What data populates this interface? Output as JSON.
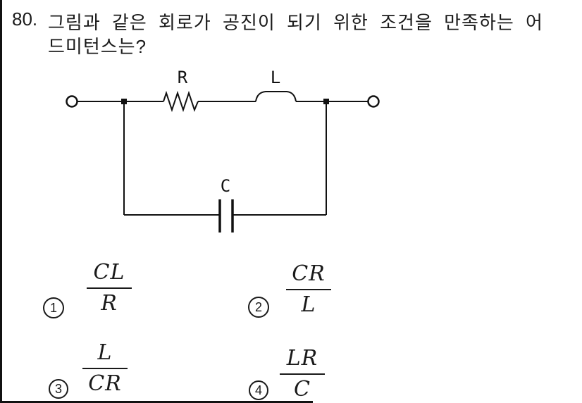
{
  "question": {
    "number": "80.",
    "text_line1": "그림과 같은 회로가 공진이 되기 위한 조건을 만족하는 어",
    "text_line2": "드미턴스는?"
  },
  "circuit": {
    "resistor_label": "R",
    "inductor_label": "L",
    "capacitor_label": "C"
  },
  "choices": [
    {
      "marker": "1",
      "numerator": "CL",
      "denominator": "R"
    },
    {
      "marker": "2",
      "numerator": "CR",
      "denominator": "L"
    },
    {
      "marker": "3",
      "numerator": "L",
      "denominator": "CR"
    },
    {
      "marker": "4",
      "numerator": "LR",
      "denominator": "C"
    }
  ],
  "colors": {
    "ink": "#1a1a1a",
    "paper": "#ffffff"
  }
}
